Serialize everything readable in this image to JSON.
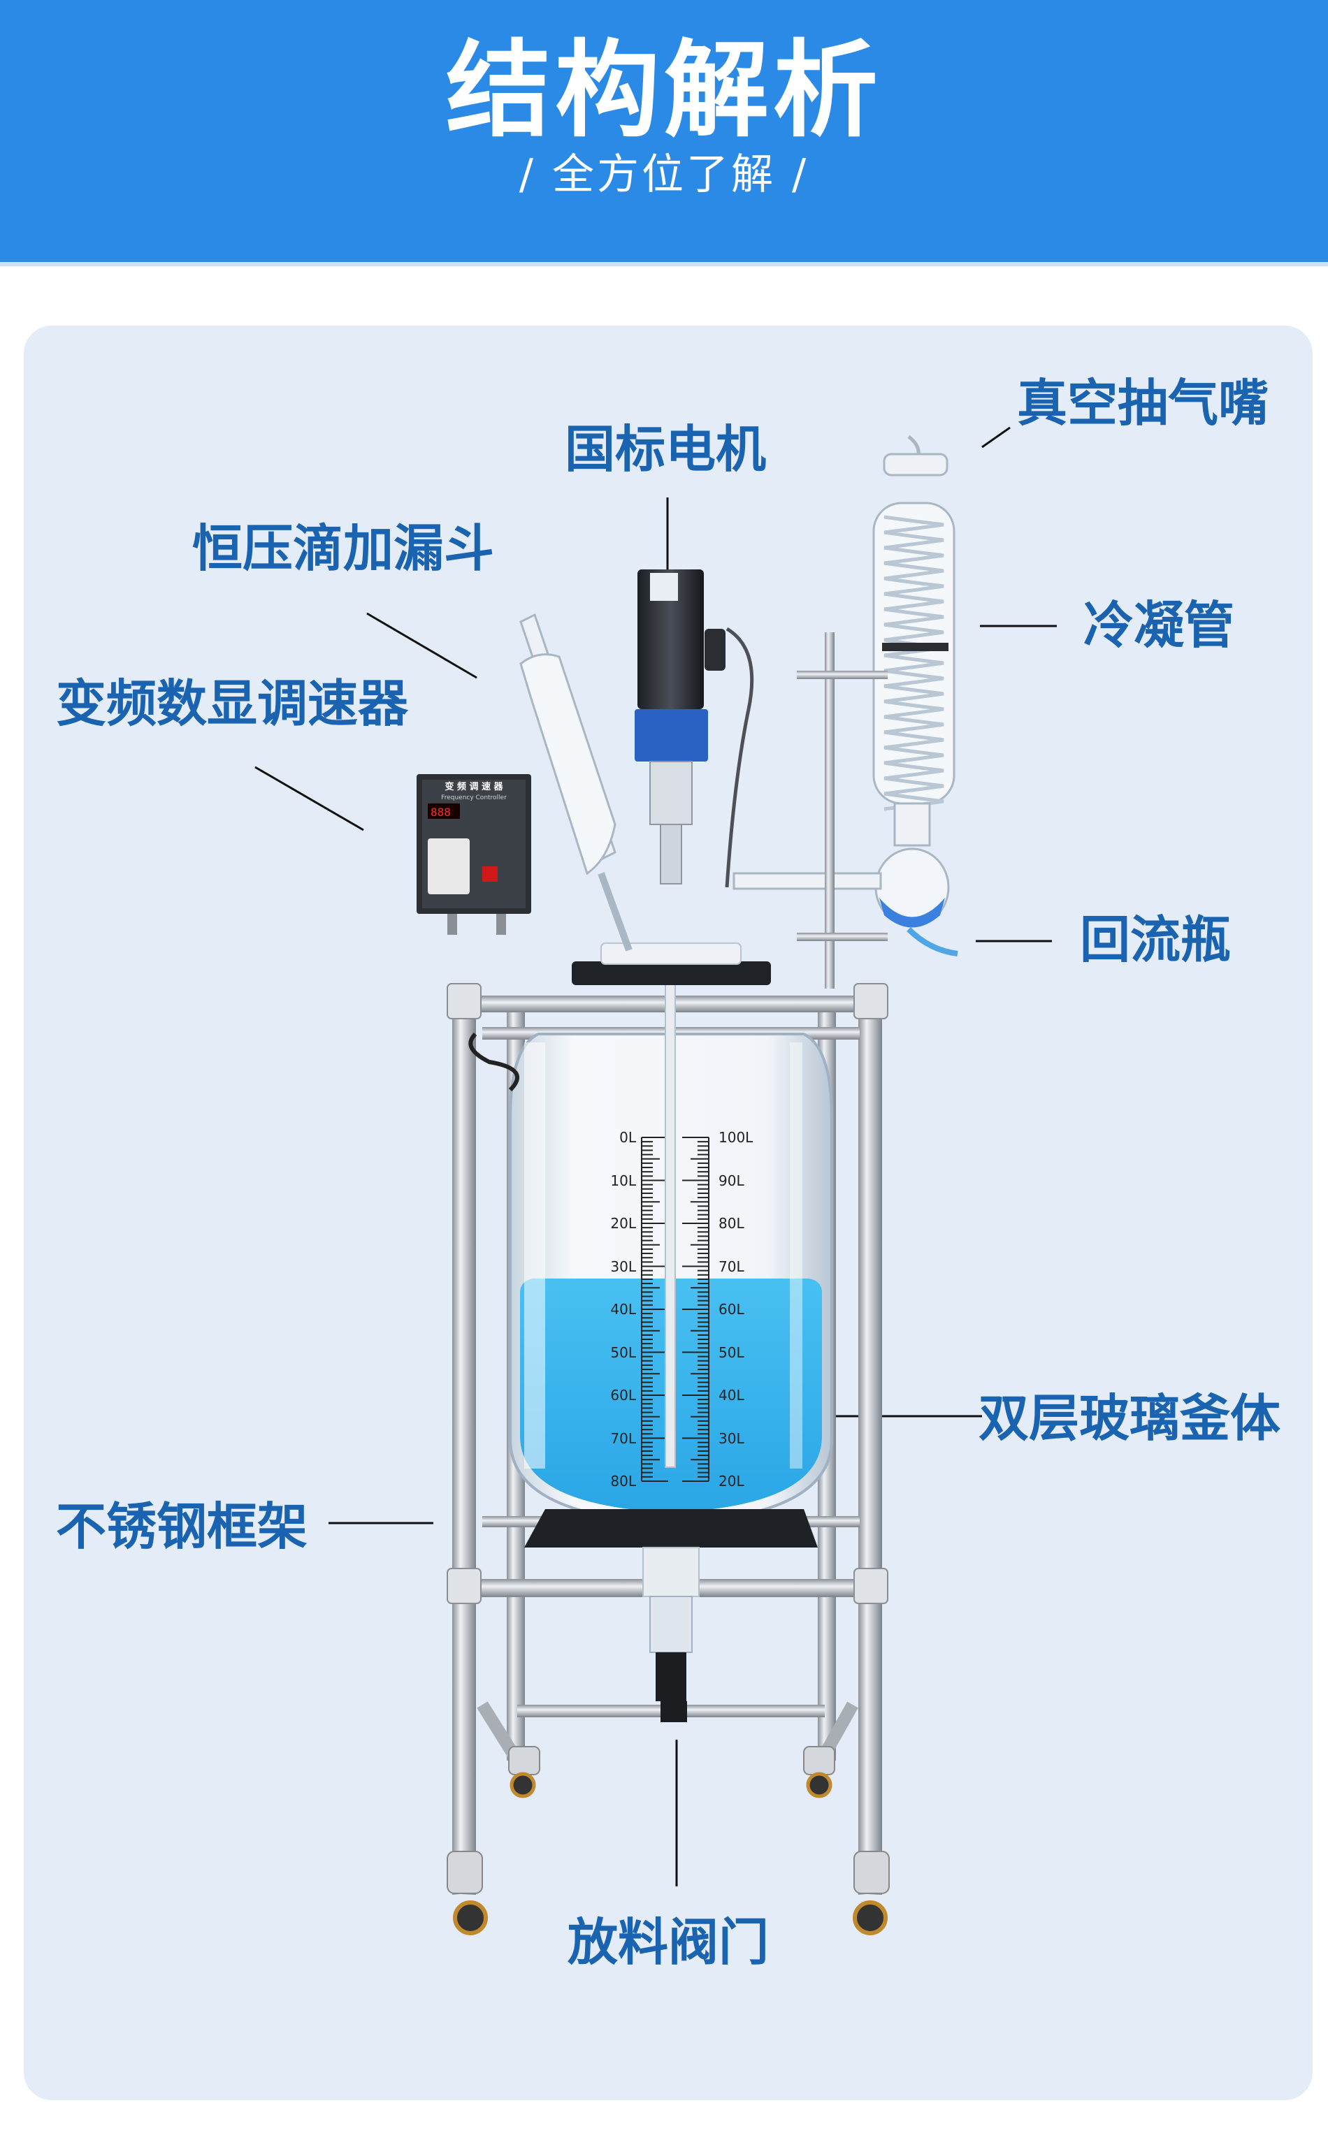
{
  "header": {
    "title": "结构解析",
    "subtitle": "/ 全方位了解 /"
  },
  "labels": {
    "motor": "国标电机",
    "vacuum_nozzle": "真空抽气嘴",
    "dropping_funnel": "恒压滴加漏斗",
    "condenser": "冷凝管",
    "speed_controller": "变频数显调速器",
    "reflux_bottle": "回流瓶",
    "glass_kettle": "双层玻璃釜体",
    "steel_frame": "不锈钢框架",
    "discharge_valve": "放料阀门"
  },
  "controller": {
    "title": "变 频 调 速 器",
    "subtitle": "Frequency Controller"
  },
  "scale": {
    "left": [
      "0L",
      "10L",
      "20L",
      "30L",
      "40L",
      "50L",
      "60L",
      "70L",
      "80L"
    ],
    "right": [
      "100L",
      "90L",
      "80L",
      "70L",
      "60L",
      "50L",
      "40L",
      "30L",
      "20L"
    ]
  },
  "colors": {
    "header_bg": "#2a8ae6",
    "panel_bg": "#e3ecf7",
    "label_color": "#1a63b0",
    "liquid": "#3fb6ee"
  },
  "liquid_level_fraction": 0.62
}
